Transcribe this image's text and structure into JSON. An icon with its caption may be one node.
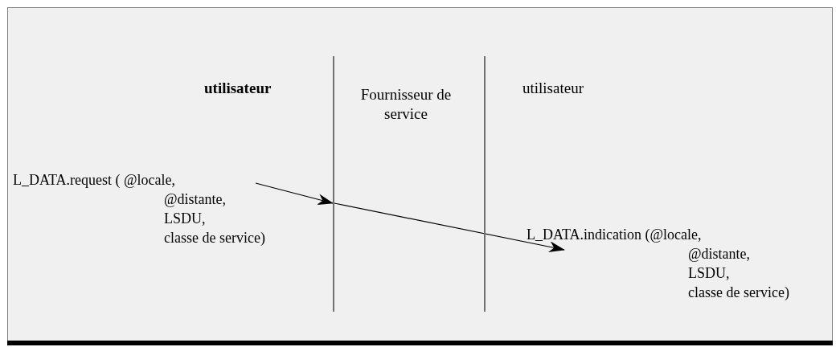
{
  "diagram": {
    "nodes": [
      {
        "text": [
          "utilisateur"
        ]
      },
      {
        "text": [
          "Fournisseur de service"
        ]
      },
      {
        "text": [
          "utilisateur"
        ]
      },
      {
        "text": [
          "L_DATA.request ( @locale, @distante, LSDU, classe de service)"
        ]
      },
      {
        "text": [
          "L_DATA.indication (@locale, @distante, LSDU, classe de service)"
        ]
      },
      {
        "text": [],
        "shape": "bar"
      },
      {
        "text": [],
        "shape": "bar"
      }
    ],
    "edges": [
      {
        "from": 3,
        "to": 5,
        "arrow": "to"
      },
      {
        "from": 5,
        "to": 4,
        "arrow": "to"
      }
    ]
  }
}
